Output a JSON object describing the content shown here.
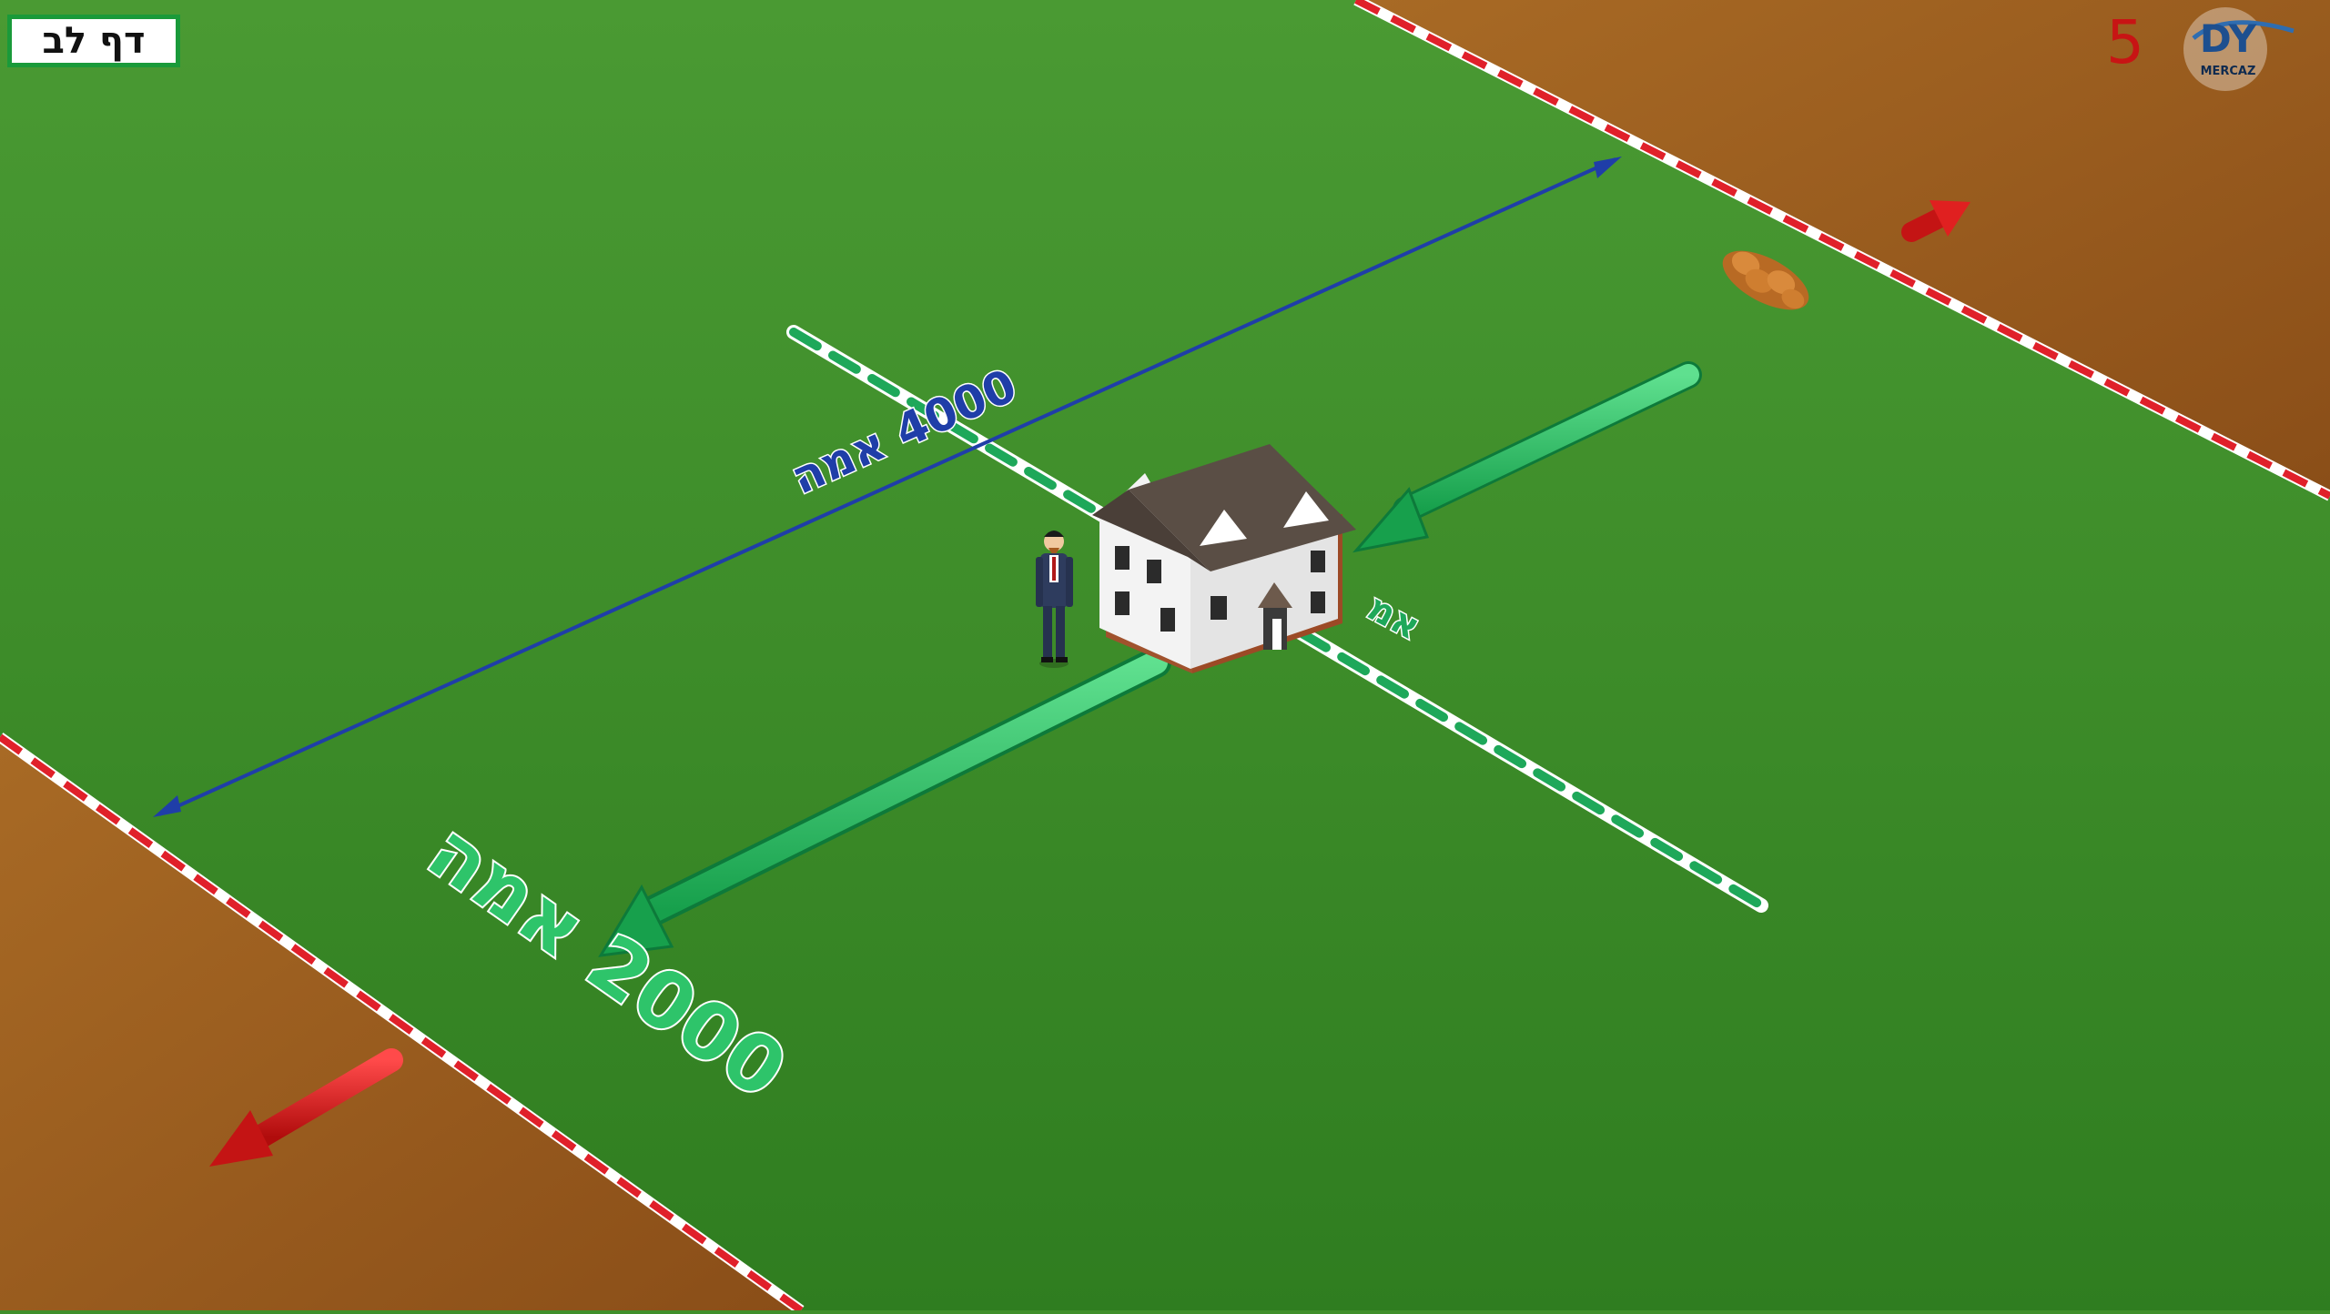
{
  "page_label": "דף לב",
  "slide_number": "5",
  "logo": {
    "name": "DY",
    "text": "MERCAZ"
  },
  "diagram": {
    "span_label": "4000 אמה",
    "radius_label": "2000 אמה",
    "partial_label": "אמ"
  },
  "colors": {
    "grass": "#3f8f2a",
    "field": "#9a5a1c",
    "boundary": "#e0202a",
    "green_arrow": "#2ec46a",
    "blue_arrow": "#1f3ea8",
    "number": "#c81414"
  }
}
